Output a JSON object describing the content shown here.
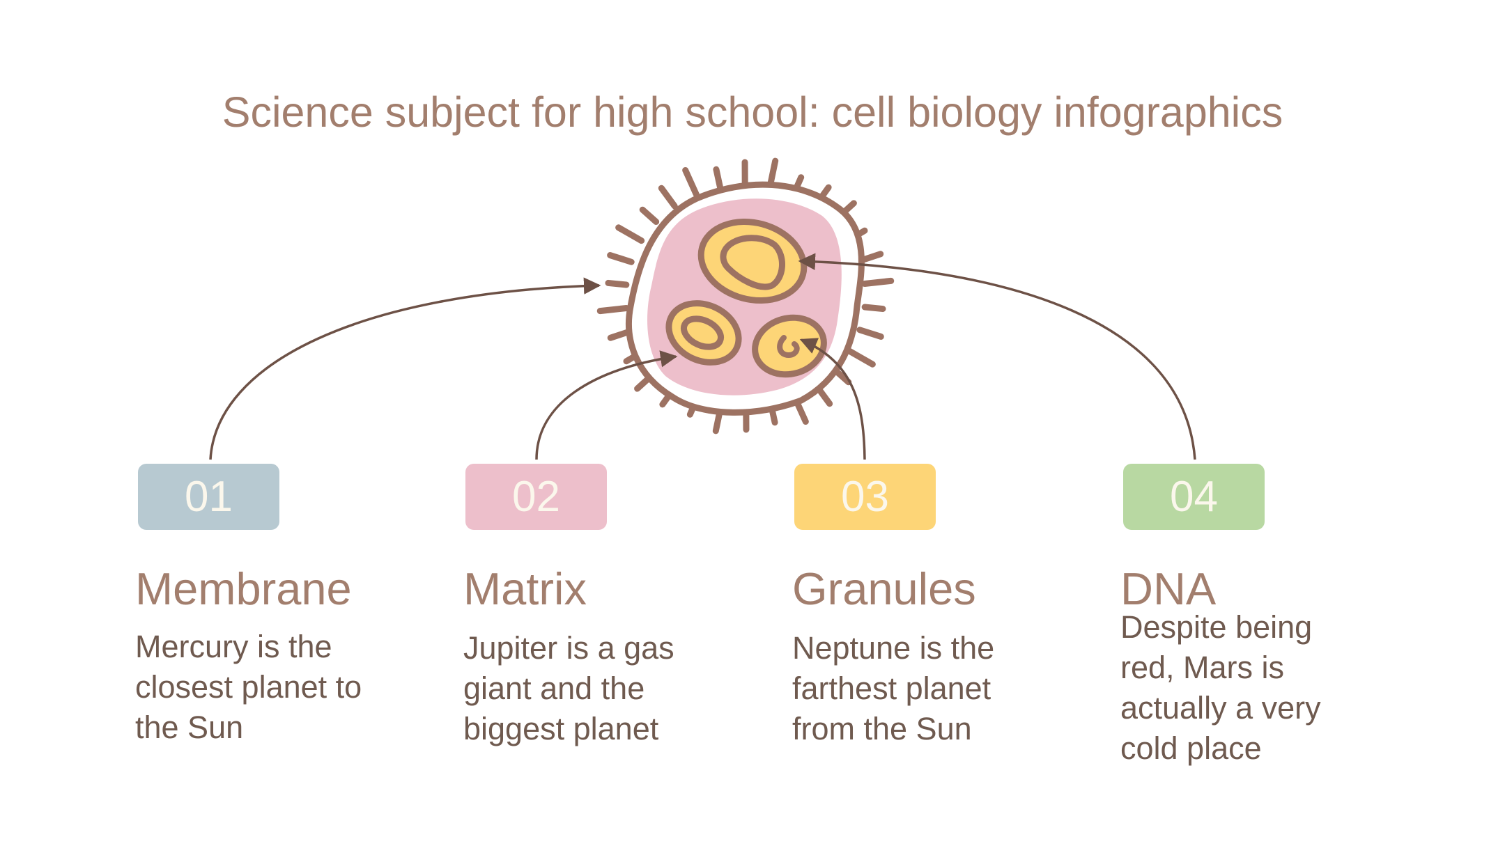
{
  "title": "Science subject for high school: cell biology infographics",
  "colors": {
    "text_heading": "#a27e6d",
    "text_body": "#6f5a4f",
    "outline": "#9d7262",
    "cell_fill": "#edbfcb",
    "organelle_fill": "#fdd577",
    "arrow": "#6d5146"
  },
  "items": [
    {
      "number": "01",
      "heading": "Membrane",
      "text": "Mercury is the closest planet to the Sun",
      "color": "#b7c9d1"
    },
    {
      "number": "02",
      "heading": "Matrix",
      "text": "Jupiter is a gas giant and the biggest planet",
      "color": "#edbfcb"
    },
    {
      "number": "03",
      "heading": "Granules",
      "text": "Neptune is the farthest planet from the Sun",
      "color": "#fdd577"
    },
    {
      "number": "04",
      "heading": "DNA",
      "text": "Despite being red, Mars is actually a very cold place",
      "color": "#b8d8a2"
    }
  ]
}
